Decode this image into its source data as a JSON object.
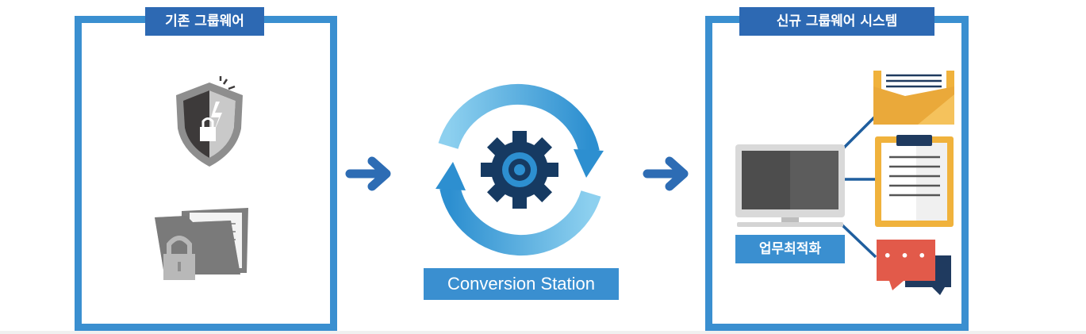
{
  "legacy": {
    "title": "기존 그룹웨어"
  },
  "station": {
    "label": "Conversion Station"
  },
  "newsystem": {
    "title": "신규 그룹웨어 시스템",
    "work_label": "업무최적화",
    "chat_dots": "• • •"
  },
  "colors": {
    "frame": "#3a8fd0",
    "tag": "#2d69b3",
    "arrow": "#2d6cb4",
    "cycle_light": "#7cc4ea",
    "cycle_dark": "#2d8fd0",
    "gear": "#163a62",
    "folder": "#f0b23c",
    "chat_red": "#e25a4a",
    "chat_navy": "#1f3a5f"
  },
  "icons": [
    "shield-lock-icon",
    "locked-folder-icon",
    "arrow-right-icon",
    "sync-gear-icon",
    "monitor-icon",
    "document-folder-icon",
    "clipboard-icon",
    "chat-bubbles-icon"
  ]
}
